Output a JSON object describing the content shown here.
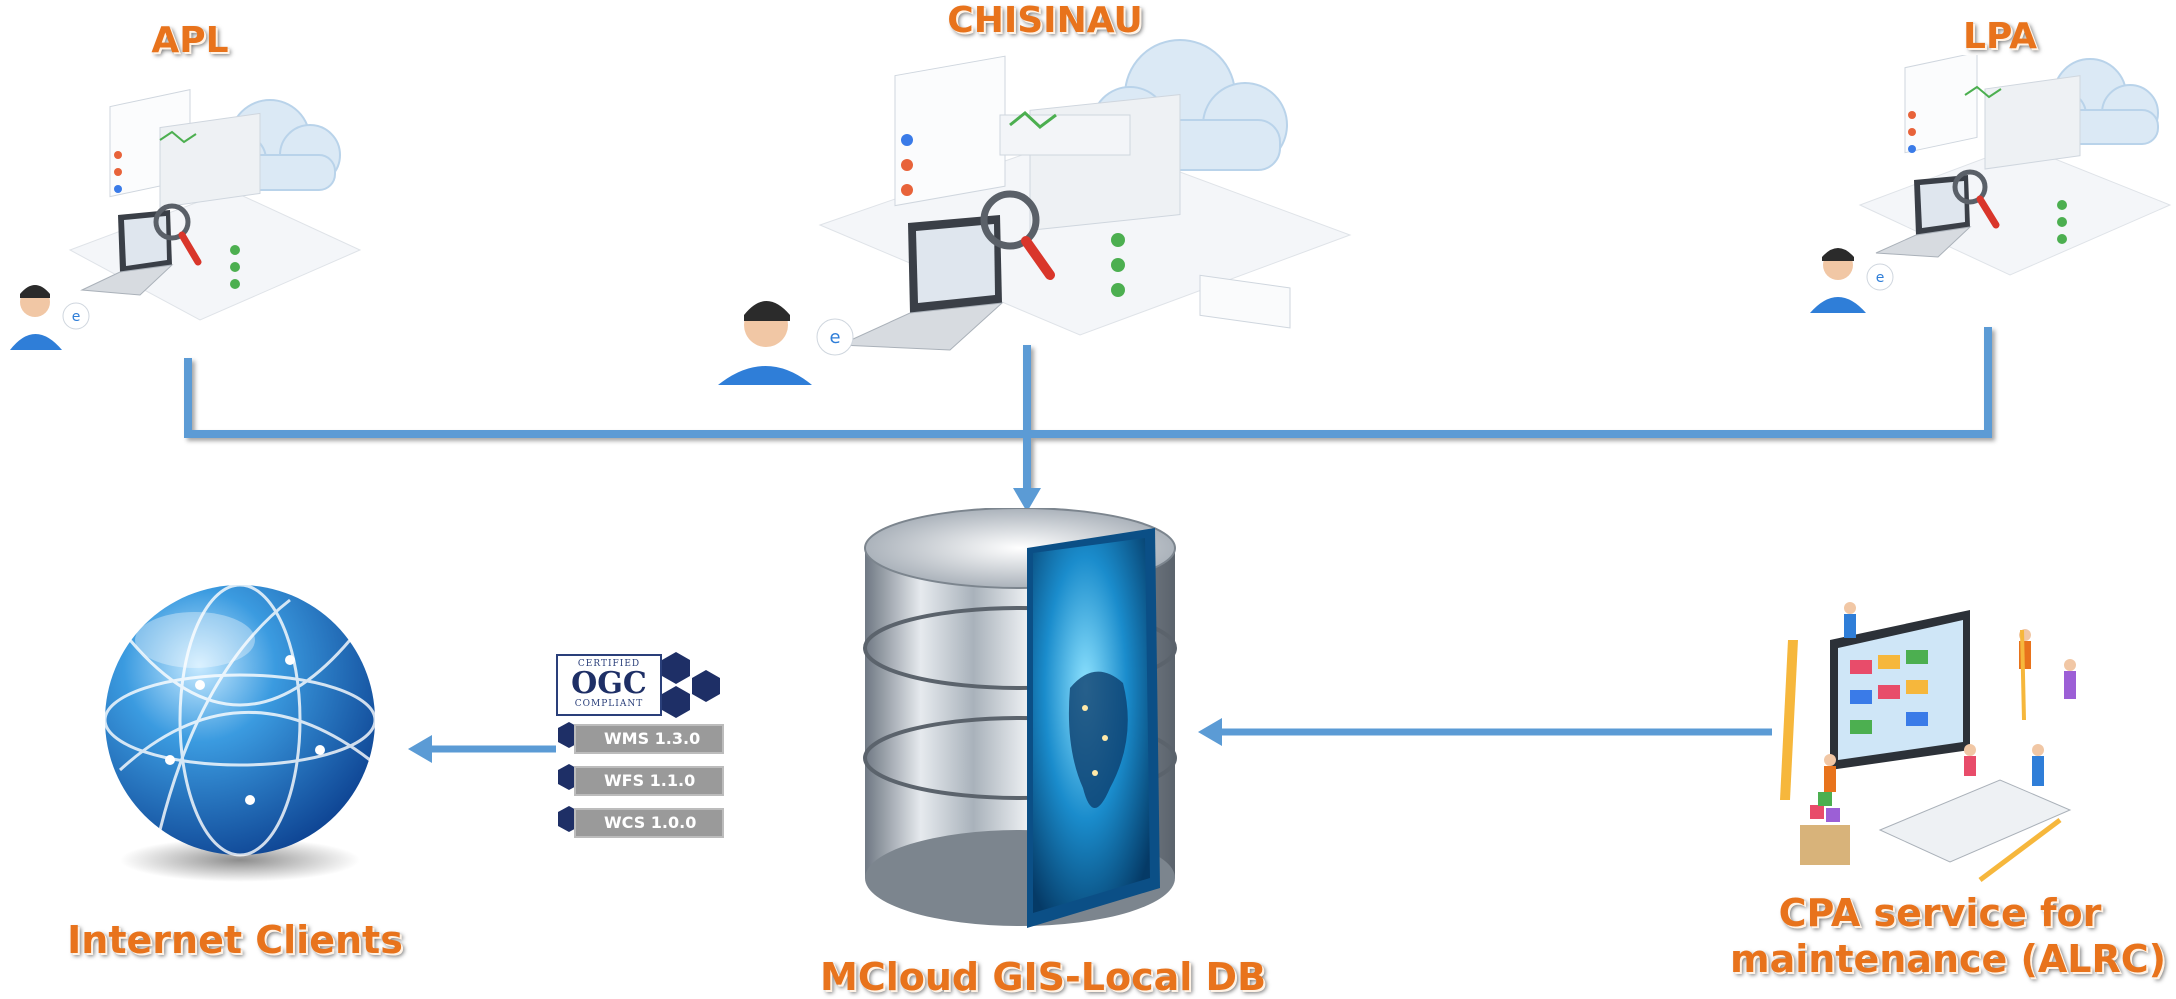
{
  "nodes": {
    "apl": {
      "label": "APL"
    },
    "chisinau": {
      "label": "CHISINAU"
    },
    "lpa": {
      "label": "LPA"
    },
    "db": {
      "label": "MCloud GIS-Local DB"
    },
    "internet": {
      "label": "Internet Clients"
    },
    "cpa": {
      "line1": "CPA service for",
      "line2": "maintenance (ALRC)"
    }
  },
  "ogc": {
    "certified": "CERTIFIED",
    "logo": "OGC",
    "compliant": "COMPLIANT",
    "standards": [
      "WMS 1.3.0",
      "WFS 1.1.0",
      "WCS 1.0.0"
    ]
  },
  "colors": {
    "label": "#e8731c",
    "connector": "#5b9bd5",
    "ogc_blue": "#1e2f66"
  }
}
